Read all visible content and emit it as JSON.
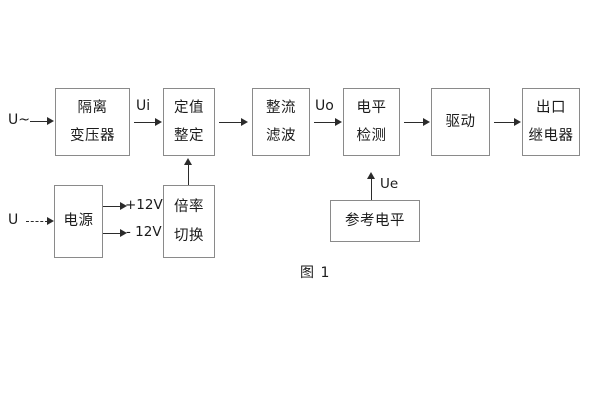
{
  "diagram": {
    "caption": "图 1",
    "blocks": [
      {
        "id": "isolation-transformer",
        "lines": [
          "隔离",
          "变压器"
        ]
      },
      {
        "id": "setting-value",
        "lines": [
          "定值",
          "整定"
        ]
      },
      {
        "id": "rectify-filter",
        "lines": [
          "整流",
          "滤波"
        ]
      },
      {
        "id": "level-detection",
        "lines": [
          "电平",
          "检测"
        ]
      },
      {
        "id": "drive",
        "lines": [
          "驱动"
        ]
      },
      {
        "id": "output-relay",
        "lines": [
          "出口",
          "继电器"
        ]
      },
      {
        "id": "power-supply",
        "lines": [
          "电源"
        ]
      },
      {
        "id": "multiplier-switch",
        "lines": [
          "倍率",
          "切换"
        ]
      },
      {
        "id": "reference-level",
        "lines": [
          "参考电平"
        ]
      }
    ],
    "labels": {
      "ac_input": "U~",
      "dc_input": "U",
      "ui": "Ui",
      "uo": "Uo",
      "ue": "Ue",
      "rail_positive": "+12V",
      "rail_negative": "- 12V"
    },
    "colors": {
      "box_border": "#8a8a8a",
      "arrow": "#2b2b2b",
      "text": "#1b1b1b",
      "background": "#ffffff"
    }
  }
}
